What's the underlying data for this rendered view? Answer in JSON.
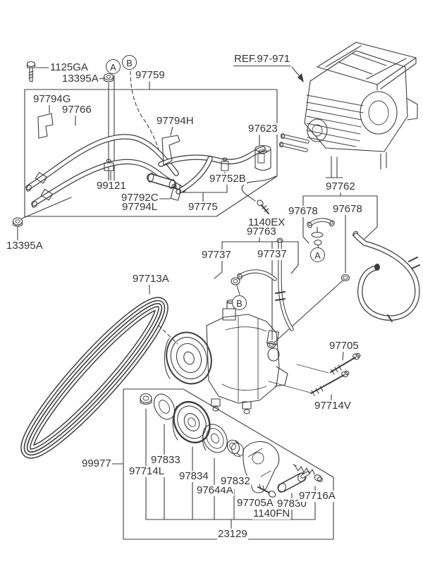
{
  "diagram": {
    "type": "automotive-ac-parts-diagram",
    "colors": {
      "line": "#3d3d3d",
      "text": "#333333",
      "background": "#ffffff"
    },
    "reference": {
      "label": "REF.97-971"
    },
    "callouts": {
      "a": "A",
      "b": "B"
    },
    "parts": {
      "p1125GA": "1125GA",
      "p13395A": "13395A",
      "p97759": "97759",
      "p97794G": "97794G",
      "p97766": "97766",
      "p97794H": "97794H",
      "p97623": "97623",
      "p99121": "99121",
      "p97752B": "97752B",
      "p97792C": "97792C",
      "p97794L": "97794L",
      "p97775": "97775",
      "p13395A2": "13395A",
      "p97762": "97762",
      "p97678a": "97678",
      "p97678b": "97678",
      "p1140EX": "1140EX",
      "p97763": "97763",
      "p97737a": "97737",
      "p97737b": "97737",
      "p97713A": "97713A",
      "p97705": "97705",
      "p97714V": "97714V",
      "p99977": "99977",
      "p97833": "97833",
      "p97714L": "97714L",
      "p97834": "97834",
      "p97644A": "97644A",
      "p97832": "97832",
      "p97705A": "97705A",
      "p1140FN": "1140FN",
      "p97830": "97830",
      "p97716A": "97716A",
      "p23129": "23129"
    }
  }
}
